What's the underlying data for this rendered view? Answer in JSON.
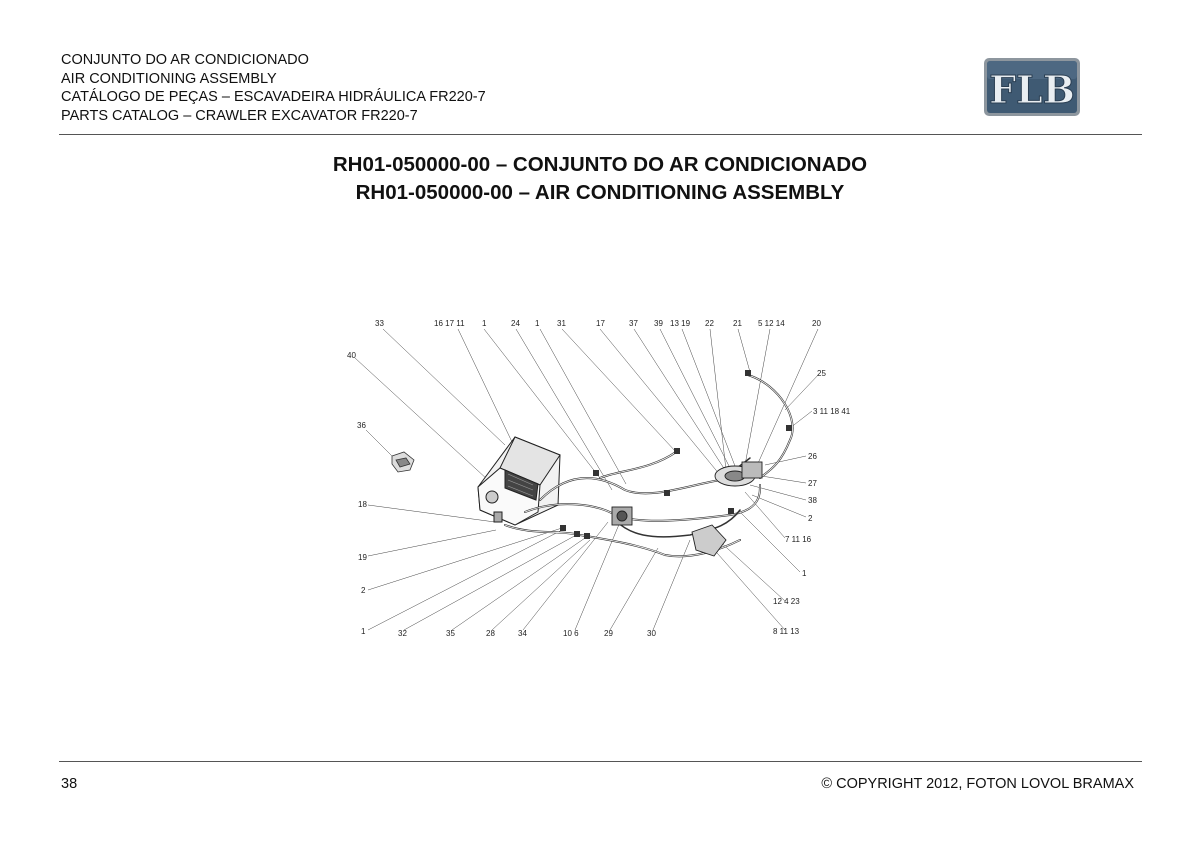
{
  "header": {
    "line1": "CONJUNTO DO AR CONDICIONADO",
    "line2": "AIR CONDITIONING ASSEMBLY",
    "line3": "CATÁLOGO DE PEÇAS – ESCAVADEIRA HIDRÁULICA FR220-7",
    "line4": "PARTS CATALOG – CRAWLER EXCAVATOR FR220-7"
  },
  "logo": {
    "text": "FLB",
    "colors": {
      "fill": "#3f5a73",
      "border": "#9aa3ab",
      "text": "#e9eef2"
    }
  },
  "title": {
    "pt": "RH01-050000-00 – CONJUNTO DO AR CONDICIONADO",
    "en": "RH01-050000-00 – AIR CONDITIONING ASSEMBLY"
  },
  "diagram": {
    "callouts": {
      "c33": "33",
      "c16_17_11": "16 17 11",
      "c1a": "1",
      "c24": "24",
      "c1b": "1",
      "c31": "31",
      "c17": "17",
      "c37": "37",
      "c39": "39",
      "c13_19": "13 19",
      "c22": "22",
      "c21": "21",
      "c5_12_14": "5 12 14",
      "c20": "20",
      "c40": "40",
      "c25": "25",
      "c3_11_18_41": "3 11 18 41",
      "c36": "36",
      "c26": "26",
      "c27": "27",
      "c38": "38",
      "c2a": "2",
      "c18": "18",
      "c7_11_16": "7 11 16",
      "c19": "19",
      "c1c": "1",
      "c2b": "2",
      "c12_4_23": "12 4 23",
      "c1d": "1",
      "c32": "32",
      "c35": "35",
      "c28": "28",
      "c34": "34",
      "c10_6": "10 6",
      "c29": "29",
      "c30": "30",
      "c8_11_13": "8 11 13"
    }
  },
  "footer": {
    "page_number": "38",
    "copyright": "© COPYRIGHT 2012, FOTON LOVOL BRAMAX"
  }
}
